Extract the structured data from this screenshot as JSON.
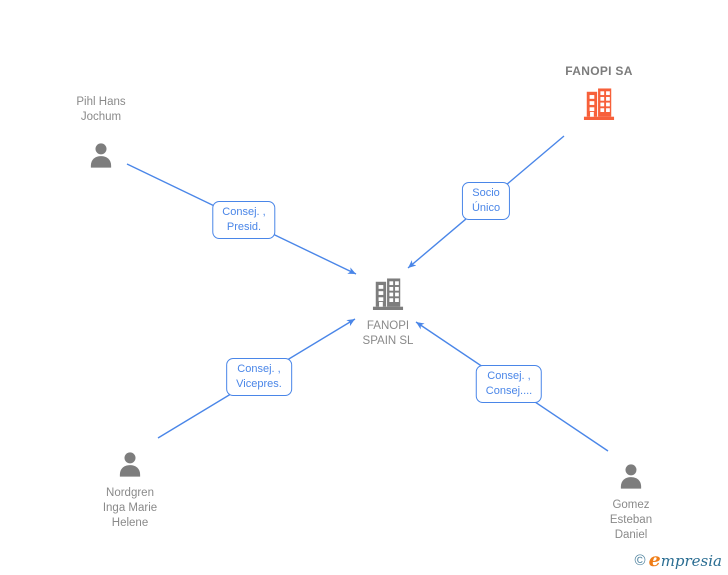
{
  "nodes": {
    "fanopi_sa": {
      "label": "FANOPI SA",
      "type": "company",
      "icon": "building-icon",
      "accent_color": "#f7603a"
    },
    "pihl_hans_jochum": {
      "label": "Pihl Hans\nJochum",
      "type": "person",
      "icon": "person-icon"
    },
    "fanopi_spain_sl": {
      "label": "FANOPI\nSPAIN SL",
      "type": "company",
      "icon": "building-icon"
    },
    "nordgren_inga_marie_helene": {
      "label": "Nordgren\nInga Marie\nHelene",
      "type": "person",
      "icon": "person-icon"
    },
    "gomez_esteban_daniel": {
      "label": "Gomez\nEsteban\nDaniel",
      "type": "person",
      "icon": "person-icon"
    }
  },
  "edges": [
    {
      "from": "pihl_hans_jochum",
      "to": "fanopi_spain_sl",
      "label": "Consej. ,\nPresid."
    },
    {
      "from": "fanopi_sa",
      "to": "fanopi_spain_sl",
      "label": "Socio\nÚnico"
    },
    {
      "from": "nordgren_inga_marie_helene",
      "to": "fanopi_spain_sl",
      "label": "Consej. ,\nVicepres."
    },
    {
      "from": "gomez_esteban_daniel",
      "to": "fanopi_spain_sl",
      "label": "Consej. ,\nConsej...."
    }
  ],
  "colors": {
    "edge_blue": "#4a86e8",
    "icon_gray": "#7d7d7d",
    "company_orange": "#f7603a",
    "label_gray": "#8a8a8a"
  },
  "watermark": {
    "copyright": "©",
    "brand_first_letter": "e",
    "brand_rest": "mpresia"
  }
}
